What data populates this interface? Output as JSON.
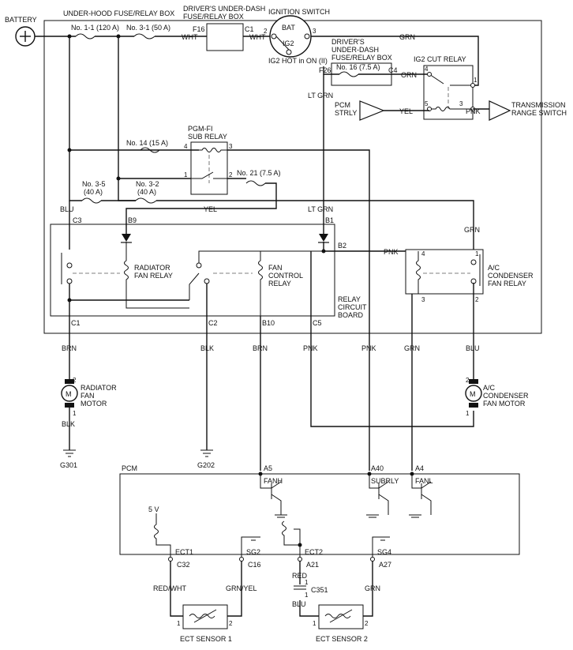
{
  "title": "",
  "labels": {
    "battery": "BATTERY",
    "under_hood_box": "UNDER-HOOD FUSE/RELAY BOX",
    "drivers_box_line1": "DRIVER'S UNDER-DASH",
    "drivers_box_line2": "FUSE/RELAY BOX",
    "ignition_switch": "IGNITION SWITCH",
    "ig2_hot": "IG2 HOT in ON (II)",
    "bat": "BAT",
    "ig2": "IG2",
    "drivers_box2_line1": "DRIVER'S",
    "drivers_box2_line2": "UNDER-DASH",
    "drivers_box2_line3": "FUSE/RELAY BOX",
    "ig2_cut_relay": "IG2 CUT RELAY",
    "pcm_strly_line1": "PCM",
    "pcm_strly_line2": "STRLY",
    "trs_line1": "TRANSMISSION",
    "trs_line2": "RANGE SWITCH",
    "pgmfi_line1": "PGM-FI",
    "pgmfi_line2": "SUB RELAY",
    "radiator_fan_relay_line1": "RADIATOR",
    "radiator_fan_relay_line2": "FAN RELAY",
    "fan_control_relay_line1": "FAN",
    "fan_control_relay_line2": "CONTROL",
    "fan_control_relay_line3": "RELAY",
    "ac_relay_line1": "A/C",
    "ac_relay_line2": "CONDENSER",
    "ac_relay_line3": "FAN RELAY",
    "relay_board_line1": "RELAY",
    "relay_board_line2": "CIRCUIT",
    "relay_board_line3": "BOARD",
    "rad_motor_line1": "RADIATOR",
    "rad_motor_line2": "FAN",
    "rad_motor_line3": "MOTOR",
    "ac_motor_line1": "A/C",
    "ac_motor_line2": "CONDENSER",
    "ac_motor_line3": "FAN MOTOR",
    "motor_symbol": "M",
    "pcm": "PCM",
    "five_v": "5 V",
    "ect_sensor1": "ECT SENSOR 1",
    "ect_sensor2": "ECT SENSOR 2",
    "g301": "G301",
    "g202": "G202"
  },
  "fuses": {
    "f1_1": "No. 1-1 (120 A)",
    "f3_1": "No. 3-1 (50 A)",
    "f14": "No. 14 (15 A)",
    "f16": "No. 16 (7.5 A)",
    "f21": "No. 21 (7.5 A)",
    "f3_5_line1": "No. 3-5",
    "f3_5_line2": "(40 A)",
    "f3_2_line1": "No. 3-2",
    "f3_2_line2": "(40 A)"
  },
  "connectors": {
    "f16": "F16",
    "c1": "C1",
    "f26": "F26",
    "c4": "C4",
    "c3": "C3",
    "b9": "B9",
    "b1": "B1",
    "b2": "B2",
    "c1b": "C1",
    "c2": "C2",
    "b10": "B10",
    "c5": "C5",
    "a5": "A5",
    "a40": "A40",
    "a4": "A4",
    "c32": "C32",
    "c16": "C16",
    "a21": "A21",
    "a27": "A27",
    "c351": "C351"
  },
  "pins": {
    "ign2": "2",
    "ign3": "3",
    "ig2r4": "4",
    "ig2r1": "1",
    "ig2r5": "5",
    "ig2r3": "3",
    "pg4": "4",
    "pg3": "3",
    "pg1": "1",
    "pg2": "2",
    "ac4": "4",
    "ac1": "1",
    "ac3": "3",
    "ac2": "2",
    "rm2": "2",
    "rm1": "1",
    "am2": "2",
    "am1": "1",
    "s1a": "1",
    "s1b": "2",
    "s2a": "1",
    "s2b": "2",
    "c351a": "1",
    "c351b": "1"
  },
  "wires": {
    "wht1": "WHT",
    "wht2": "WHT",
    "grn_top": "GRN",
    "orn": "ORN",
    "lt_grn_a": "LT GRN",
    "lt_grn_b": "LT GRN",
    "yel_strly": "YEL",
    "pnk_trs": "PNK",
    "blu_c3": "BLU",
    "yel_b9": "YEL",
    "grn_ac": "GRN",
    "pnk_b2": "PNK",
    "brn1": "BRN",
    "blk1": "BLK",
    "brn2": "BRN",
    "pnk1": "PNK",
    "pnk2": "PNK",
    "grn2": "GRN",
    "blu2": "BLU",
    "blk_g301": "BLK",
    "red_wht": "RED/WHT",
    "grn_yel": "GRN/YEL",
    "red": "RED",
    "blu3": "BLU",
    "grn3": "GRN"
  },
  "pcm_signals": {
    "fanh": "FANH",
    "subrly": "SUBRLY",
    "fanl": "FANL",
    "ect1": "ECT1",
    "sg2": "SG2",
    "ect2": "ECT2",
    "sg4": "SG4"
  }
}
